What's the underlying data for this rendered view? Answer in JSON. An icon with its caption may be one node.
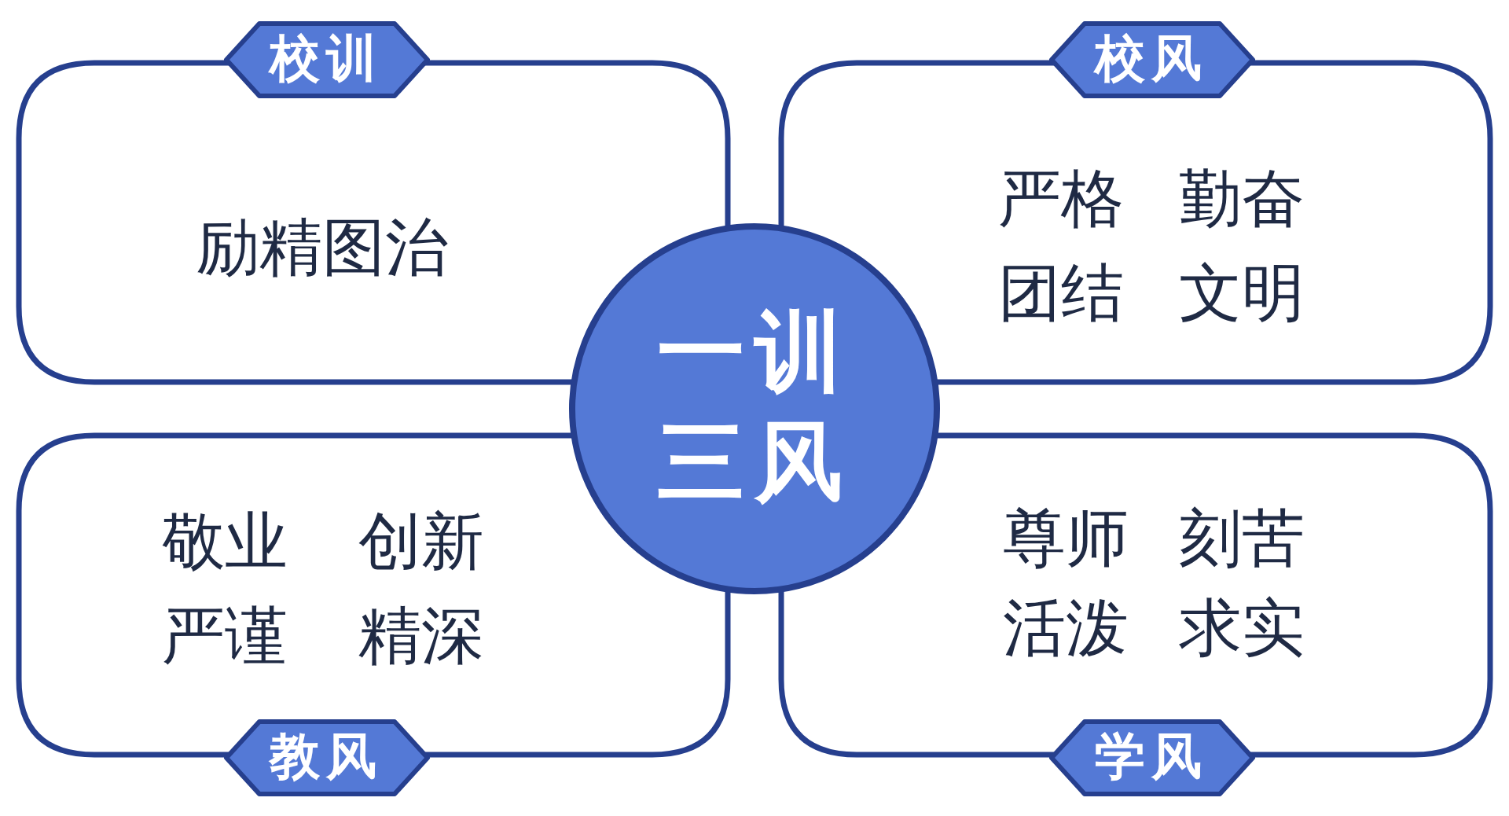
{
  "diagram": {
    "nodes": [
      {
        "text": [
          "校训",
          "励精图治"
        ]
      },
      {
        "text": [
          "校风",
          "严格",
          "勤奋",
          "团结",
          "文明"
        ]
      },
      {
        "text": [
          "一训三风"
        ]
      },
      {
        "text": [
          "教风",
          "敬业",
          "创新",
          "严谨",
          "精深"
        ]
      },
      {
        "text": [
          "学风",
          "尊师",
          "刻苦",
          "活泼",
          "求实"
        ]
      }
    ]
  }
}
